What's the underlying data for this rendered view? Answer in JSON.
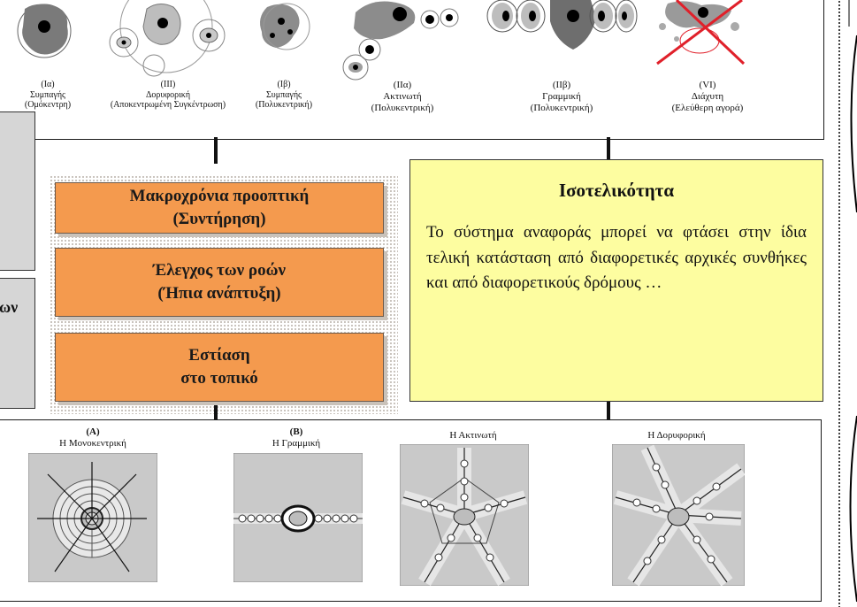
{
  "top_figures": [
    {
      "code": "(Ια)",
      "line1": "Συμπαγής",
      "line2": "(Ομόκεντρη)"
    },
    {
      "code": "(ΙΙΙ)",
      "line1": "Δορυφορική",
      "line2": "(Αποκεντρωμένη Συγκέντρωση)"
    },
    {
      "code": "(Ιβ)",
      "line1": "Συμπαγής",
      "line2": "(Πολυκεντρική)"
    },
    {
      "code": "(ΙΙα)",
      "line1": "Ακτινωτή",
      "line2": "(Πολυκεντρική)"
    },
    {
      "code": "(ΙΙβ)",
      "line1": "Γραμμική",
      "line2": "(Πολυκεντρική)"
    },
    {
      "code": "(VΙ)",
      "line1": "Διάχυτη",
      "line2": "(Ελεύθερη αγορά)"
    }
  ],
  "left_partial_text": "ων",
  "orange_boxes": [
    {
      "line1": "Μακροχρόνια προοπτική",
      "line2": "(Συντήρηση)"
    },
    {
      "line1": "Έλεγχος των ροών",
      "line2": "(Ήπια ανάπτυξη)"
    },
    {
      "line1": "Εστίαση",
      "line2": "στο τοπικό"
    }
  ],
  "equifinality": {
    "title": "Ισοτελικότητα",
    "body": "Το σύστημα αναφοράς μπορεί να φτάσει στην ίδια τελική κατάσταση από διαφορετικές αρχικές συνθήκες και από διαφορετικούς δρόμους …"
  },
  "bottom_figures": [
    {
      "code": "(A)",
      "label": "Η Μονοκεντρική"
    },
    {
      "code": "(B)",
      "label": "Η Γραμμική"
    },
    {
      "code": "",
      "label": "Η Ακτινωτή"
    },
    {
      "code": "",
      "label": "Η Δορυφορική"
    }
  ],
  "colors": {
    "orange": "#f49a4e",
    "yellow": "#fdfda0",
    "gray": "#d6d6d6",
    "cross": "#e0202a"
  }
}
